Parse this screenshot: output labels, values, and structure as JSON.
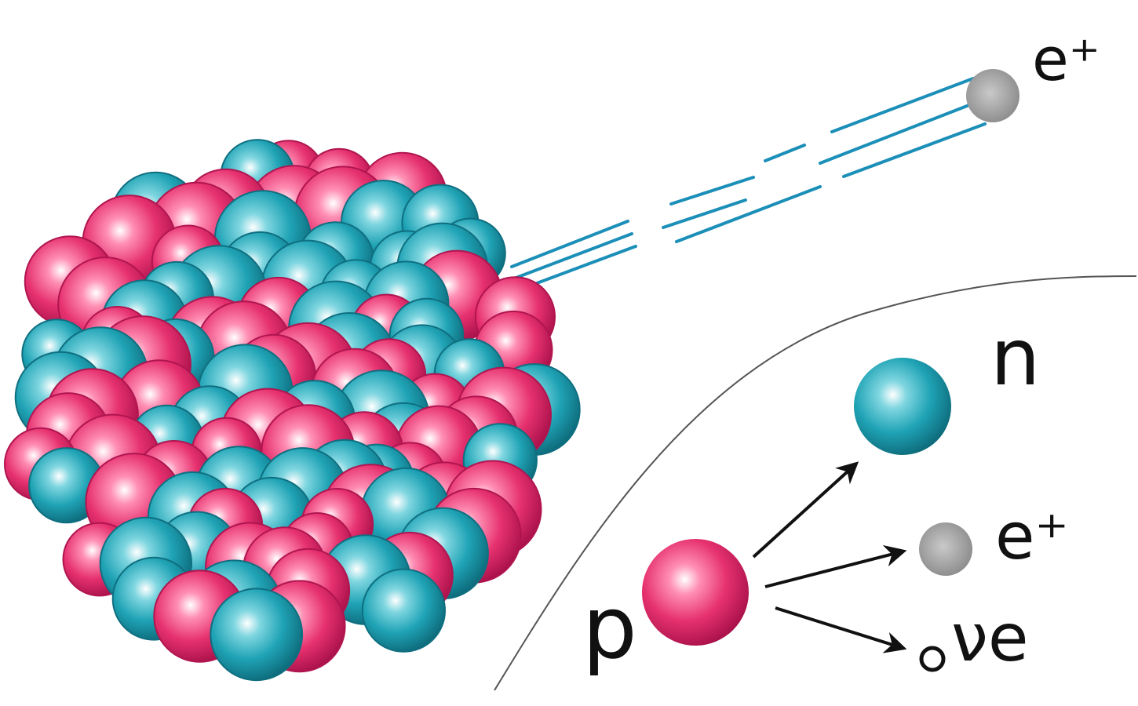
{
  "labels": {
    "emitted_positron": "e⁺",
    "neutron": "n",
    "positron": "e⁺",
    "proton": "p",
    "neutrino": "νe"
  },
  "colors": {
    "proton": "#e6316f",
    "neutron": "#1fa3b5",
    "positron": "#9b9b9b",
    "track": "#1b8fb8",
    "ink": "#111111"
  },
  "icons": {
    "nucleus": "nucleus-cluster",
    "proton": "proton-sphere",
    "neutron": "neutron-sphere",
    "positron": "positron-dot",
    "neutrino": "neutrino-ring"
  }
}
